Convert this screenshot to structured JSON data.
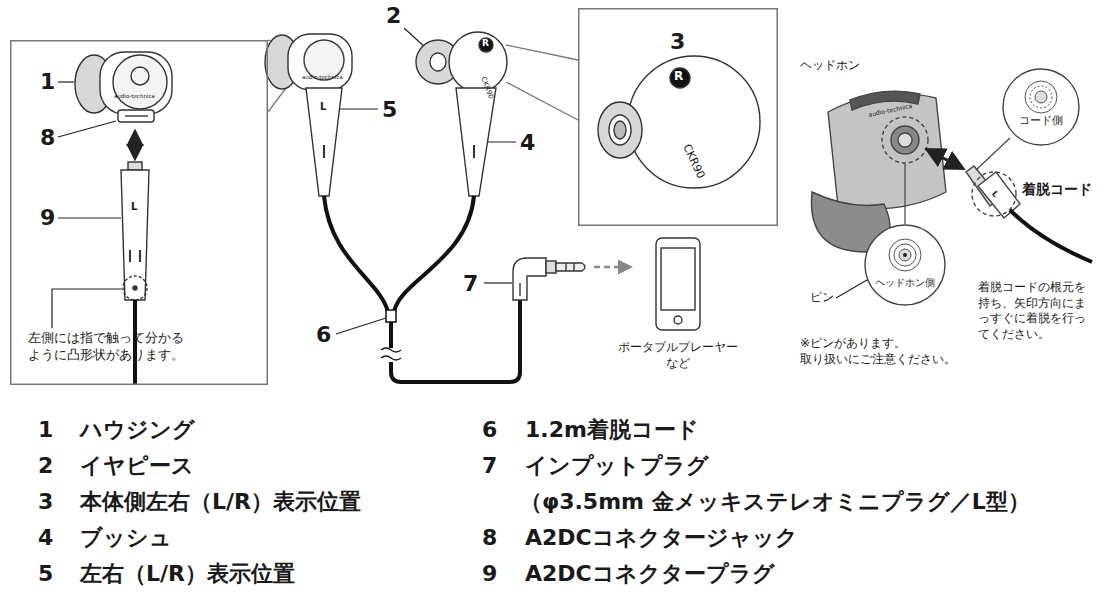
{
  "diagram": {
    "nodes": [
      {
        "text": [
          "1",
          "8",
          "9",
          "左側には指で触って分かるように凸形状があります。"
        ]
      },
      {
        "text": [
          "3"
        ]
      },
      {
        "text": [
          "コード側"
        ]
      },
      {
        "text": [
          "ヘッドホン側"
        ]
      }
    ],
    "labels": [
      "2",
      "5",
      "4",
      "L",
      "audio-technica",
      "R",
      "CKR90",
      "7",
      "6",
      "ポータブルプレーヤー など",
      "R",
      "CKR90",
      "ヘッドホン",
      "audio-technica",
      "着脱コード",
      "L",
      "ピン",
      "※ピンがあります。 取り扱いにご注意ください。",
      "着脱コードの根元を持ち、矢印方向にまっすぐに着脱を行ってください。",
      "audio-technica",
      "L",
      "1",
      "ハウジング",
      "2",
      "イヤピース",
      "3",
      "本体側左右（L/R）表示位置",
      "4",
      "ブッシュ",
      "5",
      "左右（L/R）表示位置",
      "6",
      "1.2m着脱コード",
      "7",
      "インプットプラグ",
      "（φ3.5mm 金メッキステレオミニプラグ／L型）",
      "8",
      "A2DCコネクタージャック",
      "9",
      "A2DCコネクタープラグ"
    ]
  }
}
